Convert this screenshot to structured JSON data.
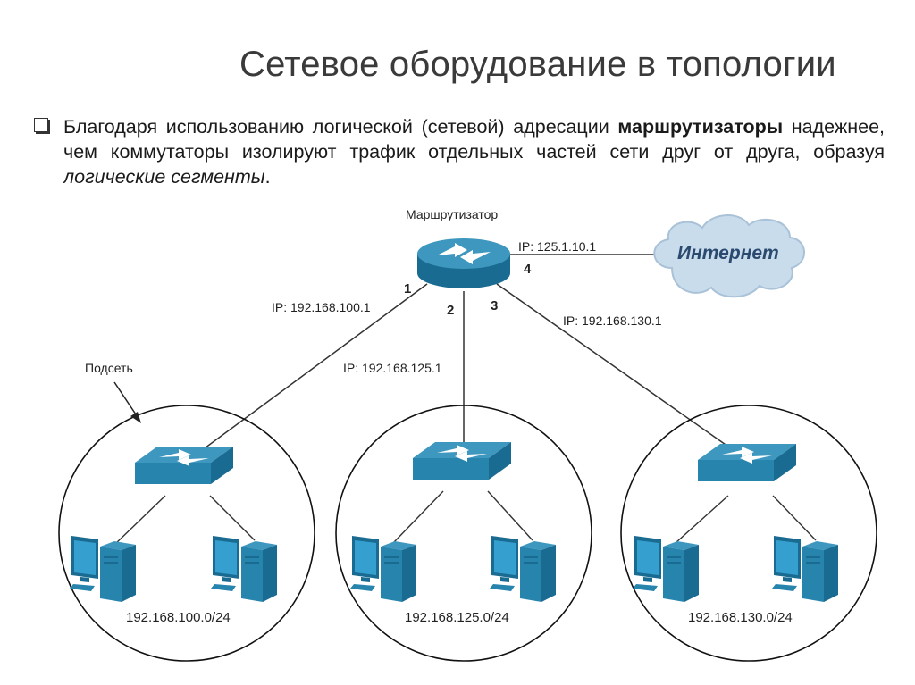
{
  "slide": {
    "title": "Сетевое оборудование в топологии",
    "bullet": {
      "part1": "Благодаря использованию логической (сетевой) адресации ",
      "bold": "маршрутизаторы",
      "part2": " надежнее, чем коммутаторы изолируют трафик отдельных частей сети друг от друга, образуя ",
      "italic": "логические сегменты",
      "part3": "."
    }
  },
  "diagram": {
    "router_label": "Маршрутизатор",
    "internet_label": "Интернет",
    "subnet_callout": "Подсеть",
    "ports": {
      "p1": "1",
      "p2": "2",
      "p3": "3",
      "p4": "4"
    },
    "ip_labels": {
      "internet": "IP: 125.1.10.1",
      "port1": "IP: 192.168.100.1",
      "port2": "IP: 192.168.125.1",
      "port3": "IP: 192.168.130.1"
    },
    "subnets": [
      {
        "network": "192.168.100.0/24"
      },
      {
        "network": "192.168.125.0/24"
      },
      {
        "network": "192.168.130.0/24"
      }
    ]
  },
  "colors": {
    "device_top": "#3e97be",
    "device_side": "#1a6b92",
    "device_front": "#2784ad",
    "screen": "#35a0cf",
    "cloud": "#c9dcec",
    "lines": "#333333"
  },
  "icons": [
    "router-icon",
    "switch-icon",
    "computer-icon",
    "cloud-icon",
    "arrow-icon"
  ]
}
